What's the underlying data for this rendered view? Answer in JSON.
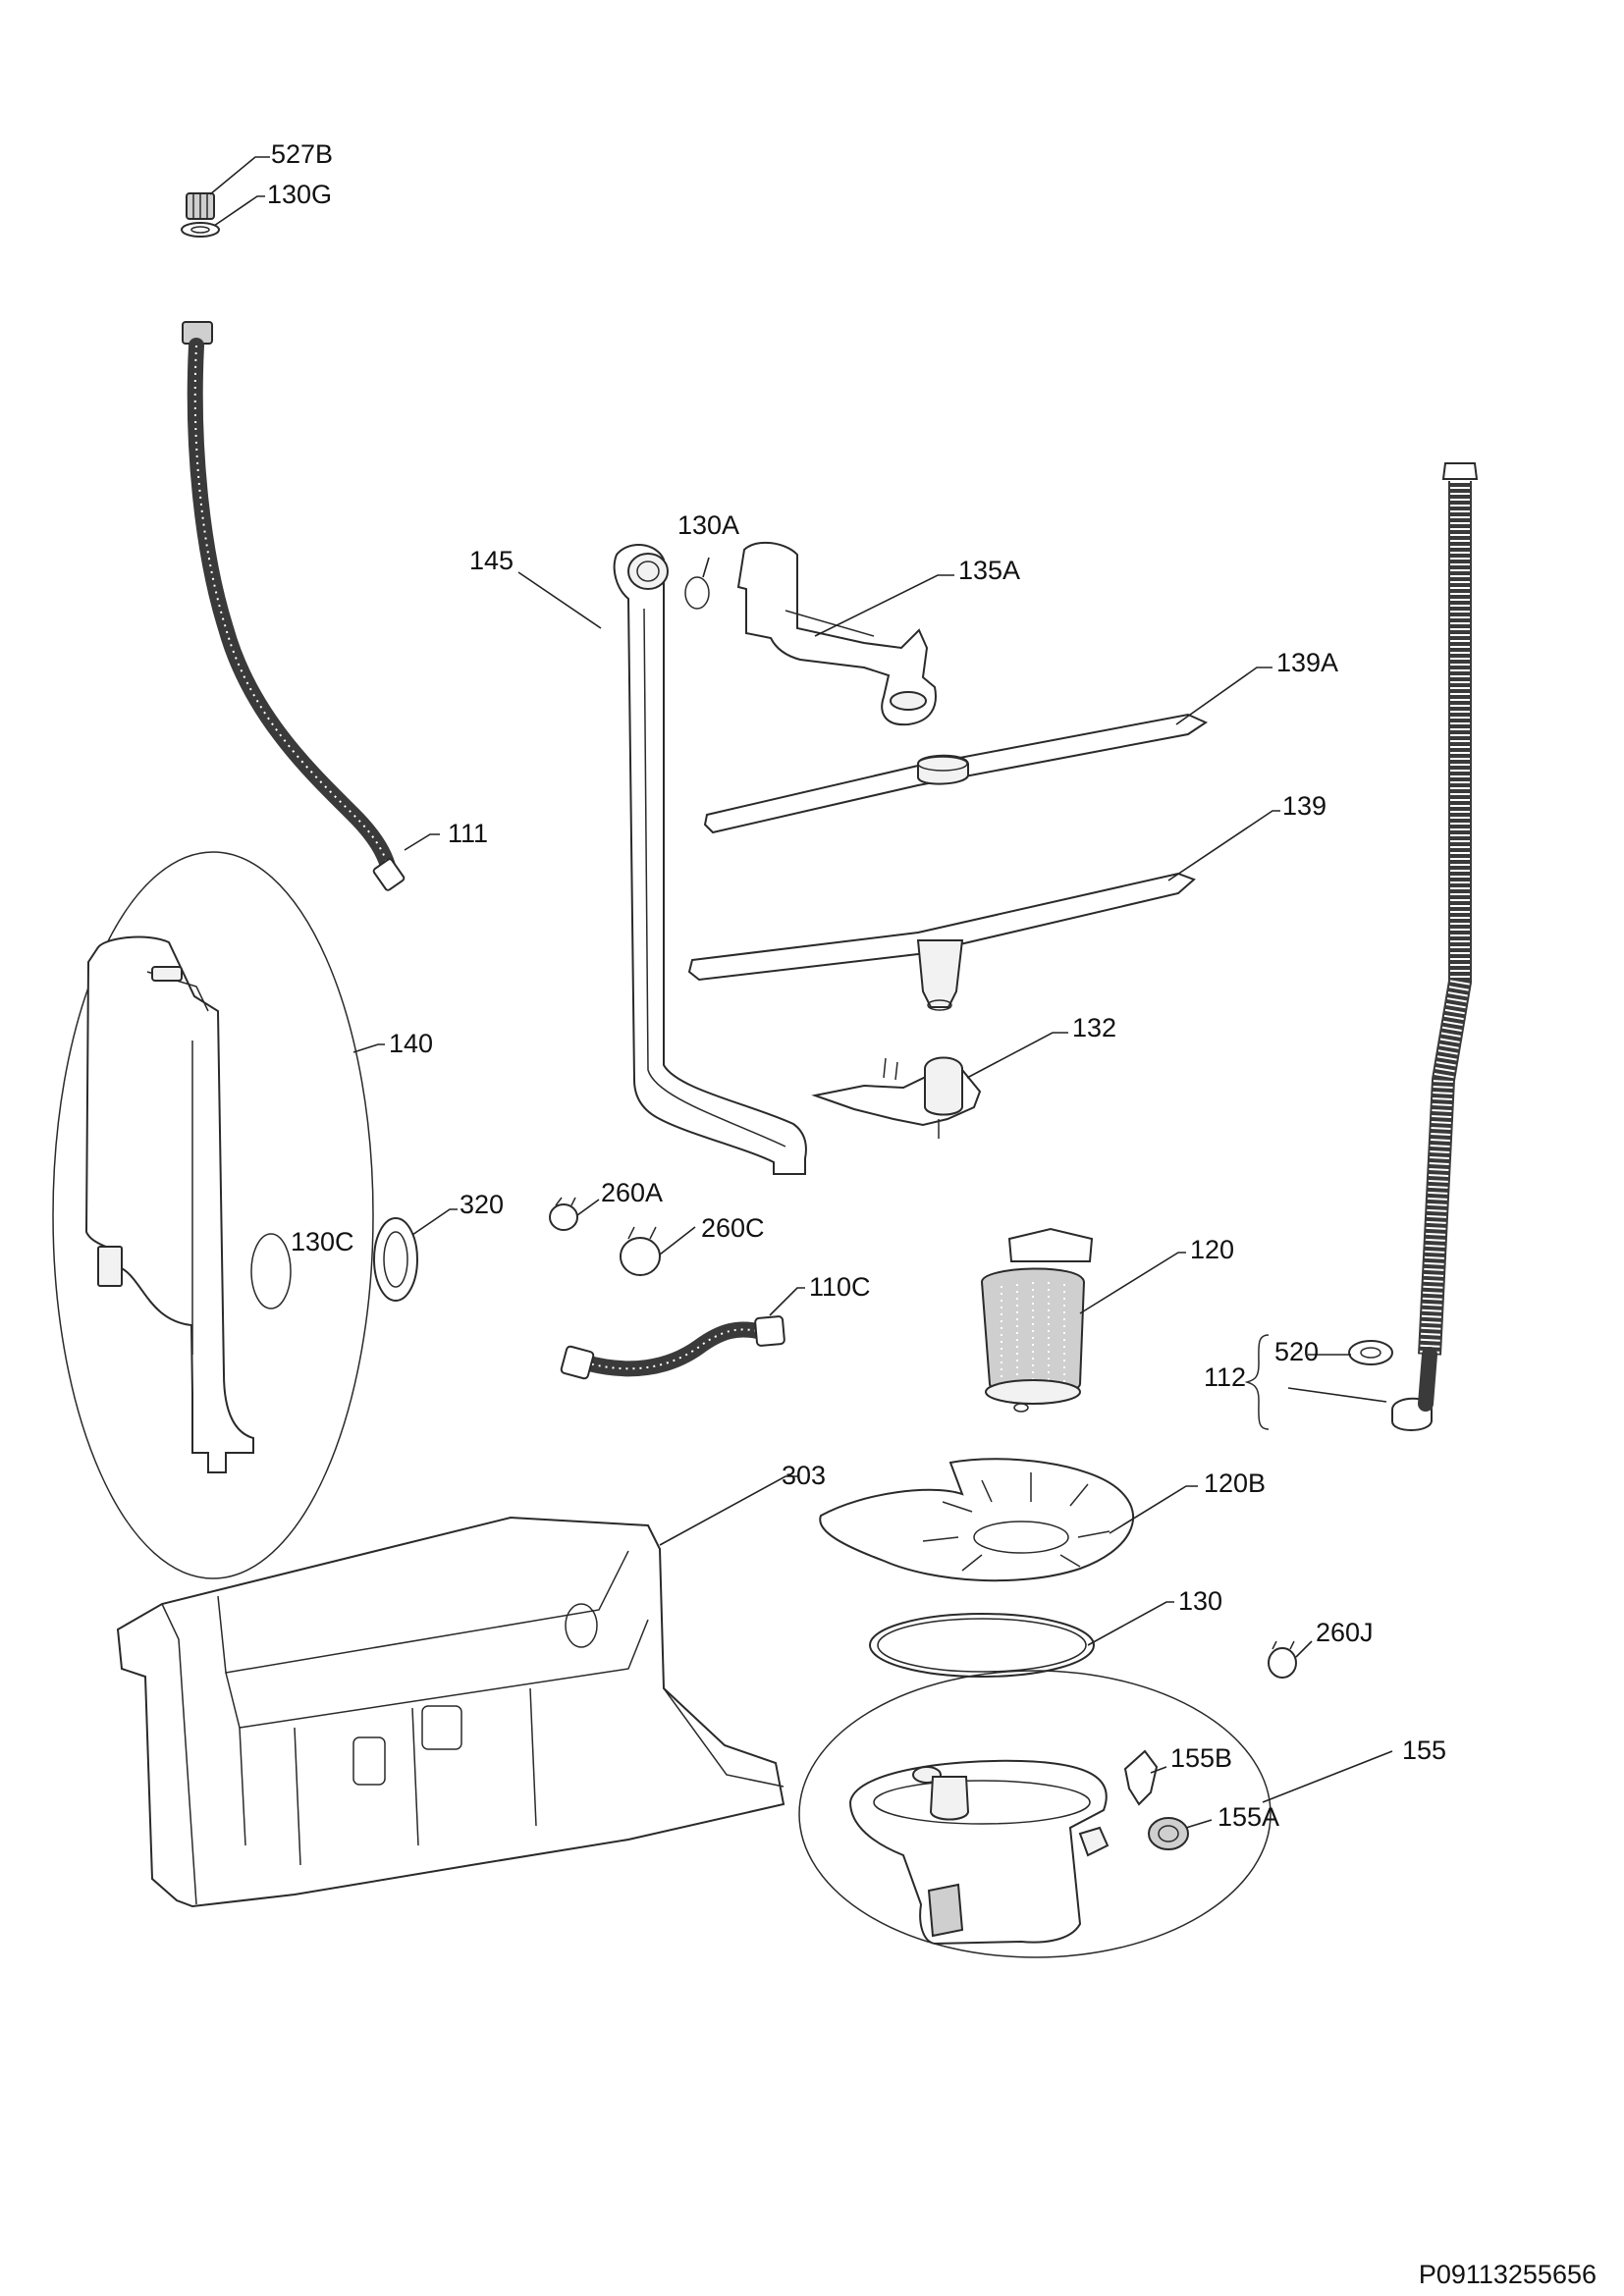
{
  "labels": {
    "l527b": "527B",
    "l130g": "130G",
    "l111": "111",
    "l145": "145",
    "l130a": "130A",
    "l135a": "135A",
    "l139a": "139A",
    "l139": "139",
    "l140": "140",
    "l130c": "130C",
    "l320": "320",
    "l260a": "260A",
    "l260c": "260C",
    "l110c": "110C",
    "l132": "132",
    "l120": "120",
    "l520": "520",
    "l112": "112",
    "l303": "303",
    "l120b": "120B",
    "l130": "130",
    "l260j": "260J",
    "l155b": "155B",
    "l155": "155",
    "l155a": "155A"
  },
  "document_id": "P09113255656"
}
